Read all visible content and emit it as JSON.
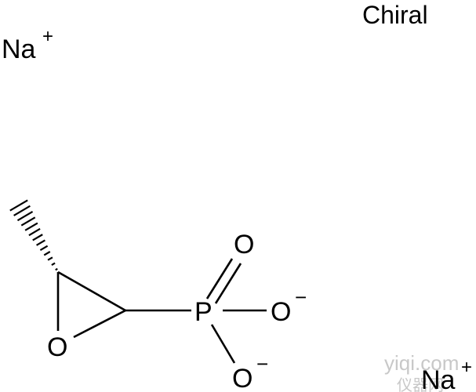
{
  "chiral_label": "Chiral",
  "ions": {
    "sodium_1": {
      "symbol": "Na",
      "charge": "+"
    },
    "sodium_2": {
      "symbol": "Na",
      "charge": "+"
    }
  },
  "atoms": {
    "ring_oxygen": "O",
    "phosphorus": "P",
    "double_bond_oxygen": "O",
    "oxide_oxygen_1": {
      "symbol": "O",
      "charge": "−"
    },
    "oxide_oxygen_2": {
      "symbol": "O",
      "charge": "−"
    }
  },
  "watermark": {
    "text": "yiqi.com",
    "subtext": "仪器网"
  }
}
